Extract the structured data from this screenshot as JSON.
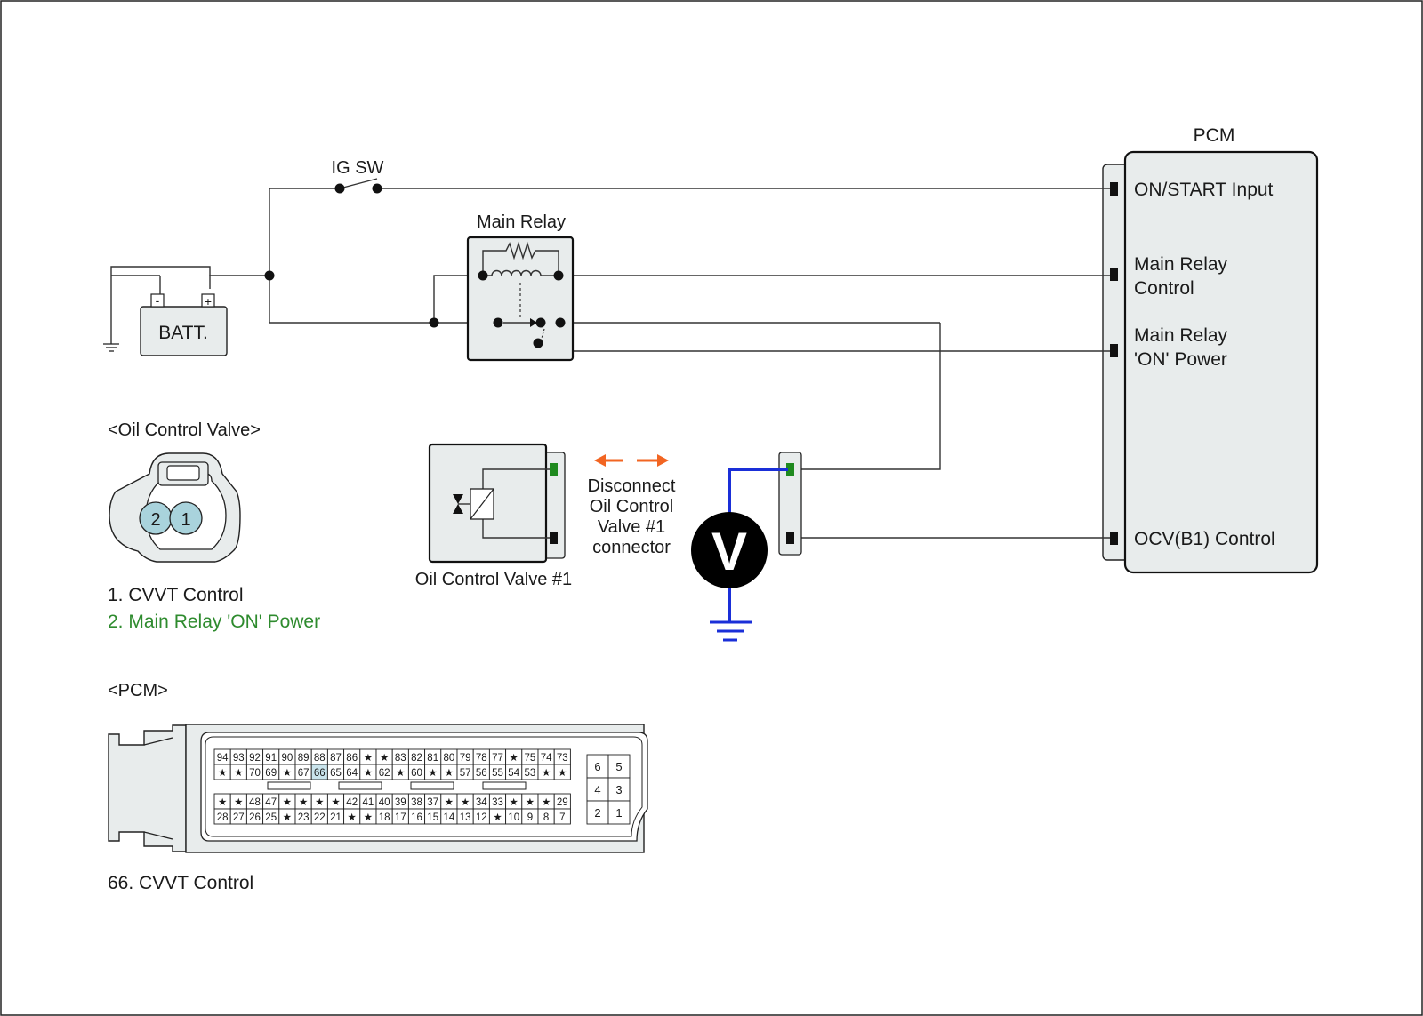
{
  "labels": {
    "pcm_title": "PCM",
    "ig_sw": "IG SW",
    "main_relay": "Main Relay",
    "batt": "BATT.",
    "batt_neg": "-",
    "batt_pos": "+",
    "ocv_section": "<Oil Control Valve>",
    "ocv_pin2": "2",
    "ocv_pin1": "1",
    "ocv_legend_1": "1. CVVT Control",
    "ocv_legend_2": "2. Main Relay 'ON' Power",
    "ocv_component": "Oil Control Valve #1",
    "disconnect_1": "Disconnect",
    "disconnect_2": "Oil Control",
    "disconnect_3": "Valve #1",
    "disconnect_4": "connector",
    "voltmeter": "V",
    "pcm_section": "<PCM>",
    "pcm_legend": "66. CVVT Control"
  },
  "pcm_pins": {
    "on_start": "ON/START Input",
    "main_relay_control_1": "Main Relay",
    "main_relay_control_2": "Control",
    "main_relay_on_power_1": "Main Relay",
    "main_relay_on_power_2": "'ON' Power",
    "ocv_b1": "OCV(B1) Control"
  },
  "pcm_connector": {
    "upper_row1": [
      "94",
      "93",
      "92",
      "91",
      "90",
      "89",
      "88",
      "87",
      "86",
      "★",
      "★",
      "83",
      "82",
      "81",
      "80",
      "79",
      "78",
      "77",
      "★",
      "75",
      "74",
      "73"
    ],
    "upper_row2": [
      "★",
      "★",
      "70",
      "69",
      "★",
      "67",
      "66",
      "65",
      "64",
      "★",
      "62",
      "★",
      "60",
      "★",
      "★",
      "57",
      "56",
      "55",
      "54",
      "53",
      "★",
      "★"
    ],
    "lower_row1": [
      "★",
      "★",
      "48",
      "47",
      "★",
      "★",
      "★",
      "★",
      "42",
      "41",
      "40",
      "39",
      "38",
      "37",
      "★",
      "★",
      "34",
      "33",
      "★",
      "★",
      "★",
      "29"
    ],
    "lower_row2": [
      "28",
      "27",
      "26",
      "25",
      "★",
      "23",
      "22",
      "21",
      "★",
      "★",
      "18",
      "17",
      "16",
      "15",
      "14",
      "13",
      "12",
      "★",
      "10",
      "9",
      "8",
      "7"
    ],
    "small_block": [
      [
        "6",
        "5"
      ],
      [
        "4",
        "3"
      ],
      [
        "2",
        "1"
      ]
    ],
    "highlight": "66"
  },
  "colors": {
    "meter_wire": "#1a2fd8",
    "arrows": "#f26522",
    "highlight_pin": "#1f8a1f",
    "legend_green": "#2e8b2e",
    "ocv_pin_fill": "#a9d3dc"
  }
}
